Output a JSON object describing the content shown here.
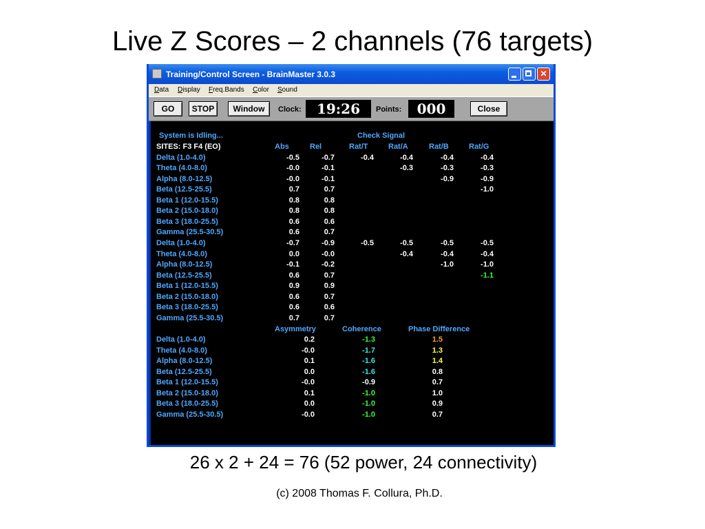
{
  "slide": {
    "title": "Live Z Scores – 2 channels (76 targets)",
    "caption": "26 x 2 + 24 = 76 (52 power, 24 connectivity)",
    "credit": "(c) 2008 Thomas F. Collura, Ph.D."
  },
  "window": {
    "title": "Training/Control Screen - BrainMaster 3.0.3",
    "controls": {
      "minimize": "minimize",
      "maximize": "maximize",
      "close": "✕"
    }
  },
  "menu": [
    "Data",
    "Display",
    "Freq.Bands",
    "Color",
    "Sound"
  ],
  "toolbar": {
    "go": "GO",
    "stop": "STOP",
    "window": "Window",
    "clock_label": "Clock:",
    "clock_value": "19:26",
    "points_label": "Points:",
    "points_value": "000",
    "close": "Close"
  },
  "status": {
    "system": "System is Idling...",
    "signal": "Check Signal"
  },
  "power_headers": {
    "sites": "SITES: F3 F4 (EO)",
    "columns": [
      "Abs",
      "Rel",
      "Rat/T",
      "Rat/A",
      "Rat/B",
      "Rat/G"
    ]
  },
  "channel1": [
    {
      "band": "Delta (1.0-4.0)",
      "abs": "-0.5",
      "rel": "-0.7",
      "rat_t": "-0.4",
      "rat_a": "-0.4",
      "rat_b": "-0.4",
      "rat_g": "-0.4"
    },
    {
      "band": "Theta (4.0-8.0)",
      "abs": "-0.0",
      "rel": "-0.1",
      "rat_t": "",
      "rat_a": "-0.3",
      "rat_b": "-0.3",
      "rat_g": "-0.3"
    },
    {
      "band": "Alpha (8.0-12.5)",
      "abs": "-0.0",
      "rel": "-0.1",
      "rat_t": "",
      "rat_a": "",
      "rat_b": "-0.9",
      "rat_g": "-0.9"
    },
    {
      "band": "Beta (12.5-25.5)",
      "abs": "0.7",
      "rel": "0.7",
      "rat_t": "",
      "rat_a": "",
      "rat_b": "",
      "rat_g": "-1.0"
    },
    {
      "band": "Beta 1 (12.0-15.5)",
      "abs": "0.8",
      "rel": "0.8",
      "rat_t": "",
      "rat_a": "",
      "rat_b": "",
      "rat_g": ""
    },
    {
      "band": "Beta 2 (15.0-18.0)",
      "abs": "0.8",
      "rel": "0.8",
      "rat_t": "",
      "rat_a": "",
      "rat_b": "",
      "rat_g": ""
    },
    {
      "band": "Beta 3 (18.0-25.5)",
      "abs": "0.6",
      "rel": "0.6",
      "rat_t": "",
      "rat_a": "",
      "rat_b": "",
      "rat_g": ""
    },
    {
      "band": "Gamma (25.5-30.5)",
      "abs": "0.6",
      "rel": "0.7",
      "rat_t": "",
      "rat_a": "",
      "rat_b": "",
      "rat_g": ""
    }
  ],
  "channel2": [
    {
      "band": "Delta (1.0-4.0)",
      "abs": "-0.7",
      "rel": "-0.9",
      "rat_t": "-0.5",
      "rat_a": "-0.5",
      "rat_b": "-0.5",
      "rat_g": "-0.5"
    },
    {
      "band": "Theta (4.0-8.0)",
      "abs": "0.0",
      "rel": "-0.0",
      "rat_t": "",
      "rat_a": "-0.4",
      "rat_b": "-0.4",
      "rat_g": "-0.4"
    },
    {
      "band": "Alpha (8.0-12.5)",
      "abs": "-0.1",
      "rel": "-0.2",
      "rat_t": "",
      "rat_a": "",
      "rat_b": "-1.0",
      "rat_g": "-1.0"
    },
    {
      "band": "Beta (12.5-25.5)",
      "abs": "0.6",
      "rel": "0.7",
      "rat_t": "",
      "rat_a": "",
      "rat_b": "",
      "rat_g": "-1.1"
    },
    {
      "band": "Beta 1 (12.0-15.5)",
      "abs": "0.9",
      "rel": "0.9",
      "rat_t": "",
      "rat_a": "",
      "rat_b": "",
      "rat_g": ""
    },
    {
      "band": "Beta 2 (15.0-18.0)",
      "abs": "0.6",
      "rel": "0.7",
      "rat_t": "",
      "rat_a": "",
      "rat_b": "",
      "rat_g": ""
    },
    {
      "band": "Beta 3 (18.0-25.5)",
      "abs": "0.6",
      "rel": "0.6",
      "rat_t": "",
      "rat_a": "",
      "rat_b": "",
      "rat_g": ""
    },
    {
      "band": "Gamma (25.5-30.5)",
      "abs": "0.7",
      "rel": "0.7",
      "rat_t": "",
      "rat_a": "",
      "rat_b": "",
      "rat_g": ""
    }
  ],
  "connectivity_headers": [
    "Asymmetry",
    "Coherence",
    "Phase Difference"
  ],
  "connectivity": [
    {
      "band": "Delta (1.0-4.0)",
      "asym": "0.2",
      "coh": "-1.3",
      "phase": "1.5"
    },
    {
      "band": "Theta (4.0-8.0)",
      "asym": "-0.0",
      "coh": "-1.7",
      "phase": "1.3"
    },
    {
      "band": "Alpha (8.0-12.5)",
      "asym": "0.1",
      "coh": "-1.6",
      "phase": "1.4"
    },
    {
      "band": "Beta (12.5-25.5)",
      "asym": "0.0",
      "coh": "-1.6",
      "phase": "0.8"
    },
    {
      "band": "Beta 1 (12.0-15.5)",
      "asym": "-0.0",
      "coh": "-0.9",
      "phase": "0.7"
    },
    {
      "band": "Beta 2 (15.0-18.0)",
      "asym": "0.1",
      "coh": "-1.0",
      "phase": "1.0"
    },
    {
      "band": "Beta 3 (18.0-25.5)",
      "asym": "0.0",
      "coh": "-1.0",
      "phase": "0.9"
    },
    {
      "band": "Gamma (25.5-30.5)",
      "asym": "-0.0",
      "coh": "-1.0",
      "phase": "0.7"
    }
  ],
  "colors": {
    "label": "#4fa8ff",
    "value": "#ffffff",
    "cyan": "#39e6e6",
    "green": "#33ff33",
    "yellow": "#ffff33",
    "orange": "#ff9933"
  },
  "value_colors": {
    "ch2_beta_rat_g": "green",
    "coh": [
      "green",
      "cyan",
      "cyan",
      "cyan",
      "value",
      "green",
      "green",
      "green"
    ],
    "phase": [
      "orange",
      "yellow",
      "yellow",
      "value",
      "value",
      "value",
      "value",
      "value"
    ]
  },
  "icons": {
    "app": "brainmaster-app-icon"
  }
}
